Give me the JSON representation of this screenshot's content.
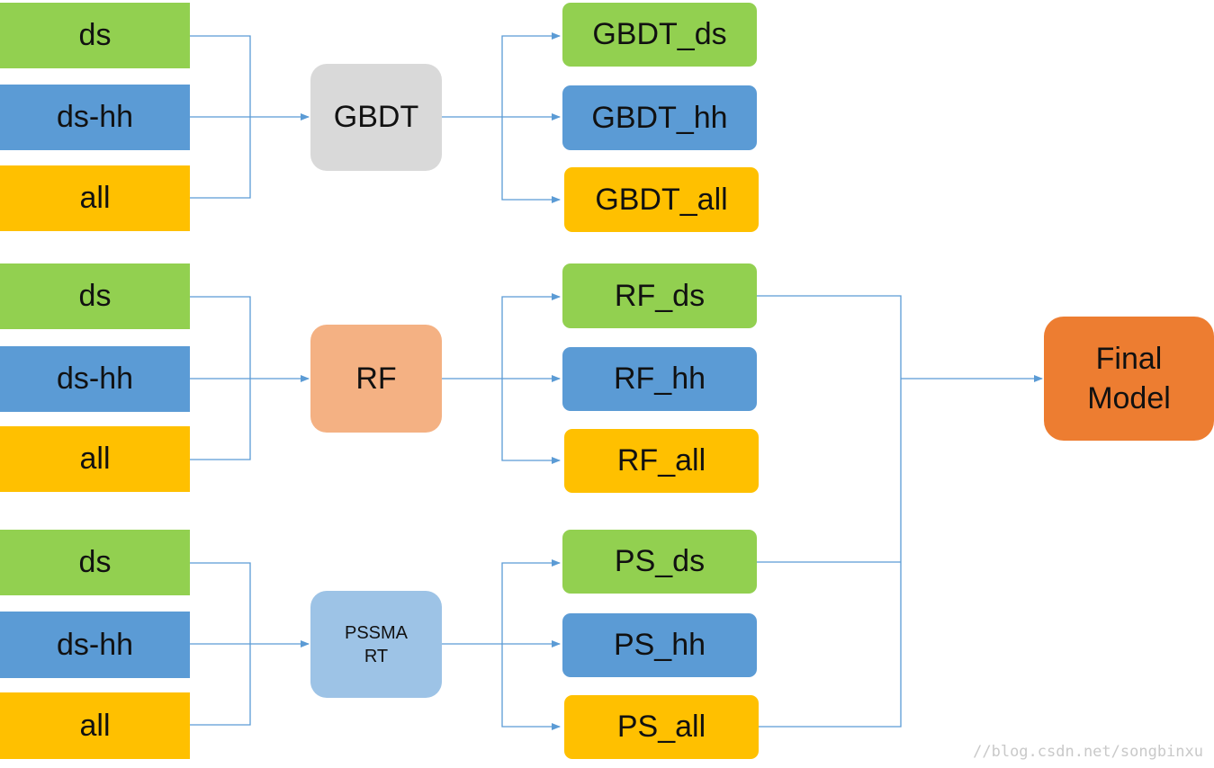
{
  "groups": [
    {
      "inputs": [
        "ds",
        "ds-hh",
        "all"
      ],
      "model": [
        "GBDT"
      ],
      "outputs": [
        "GBDT_ds",
        "GBDT_hh",
        "GBDT_all"
      ]
    },
    {
      "inputs": [
        "ds",
        "ds-hh",
        "all"
      ],
      "model": [
        "RF"
      ],
      "outputs": [
        "RF_ds",
        "RF_hh",
        "RF_all"
      ]
    },
    {
      "inputs": [
        "ds",
        "ds-hh",
        "all"
      ],
      "model": [
        "PSSMA",
        "RT"
      ],
      "outputs": [
        "PS_ds",
        "PS_hh",
        "PS_all"
      ]
    }
  ],
  "final": [
    "Final",
    "Model"
  ],
  "colors": {
    "line": "#5b9bd5",
    "ds": "#92d050",
    "hh": "#5b9bd5",
    "all": "#ffc000",
    "gbdt": "#d9d9d9",
    "rf": "#f4b183",
    "pssmart": "#9dc3e6",
    "final": "#ed7d31"
  },
  "watermark": "//blog.csdn.net/songbinxu"
}
